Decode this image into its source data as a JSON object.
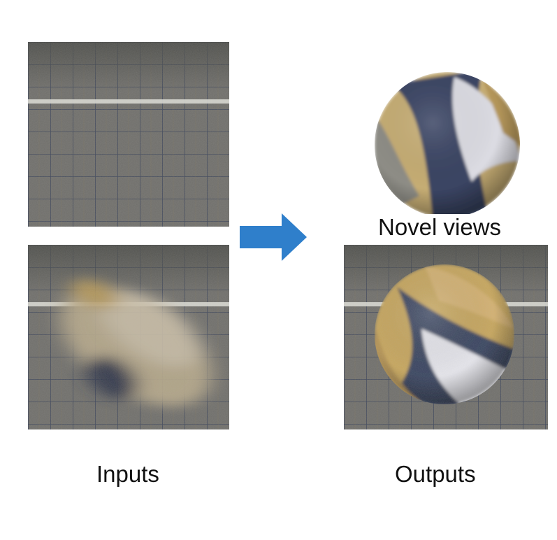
{
  "labels": {
    "inputs": "Inputs",
    "outputs": "Outputs",
    "novel_views": "Novel views"
  },
  "panels": {
    "input_background": "grid-background-image",
    "input_blurred": "motion-blurred-ball-image",
    "output_novel_view": "deblurred-ball-novel-view-image",
    "output_sharp": "sharp-ball-on-grid-image"
  },
  "colors": {
    "arrow": "#2f7fcb",
    "grid_bg": "#6e6d69",
    "grid_line": "#2f3a56",
    "stripe": "#d6d6d0",
    "ball_gold": "#c9a559",
    "ball_blue": "#3c4a6e",
    "ball_white": "#e9e9ee"
  }
}
